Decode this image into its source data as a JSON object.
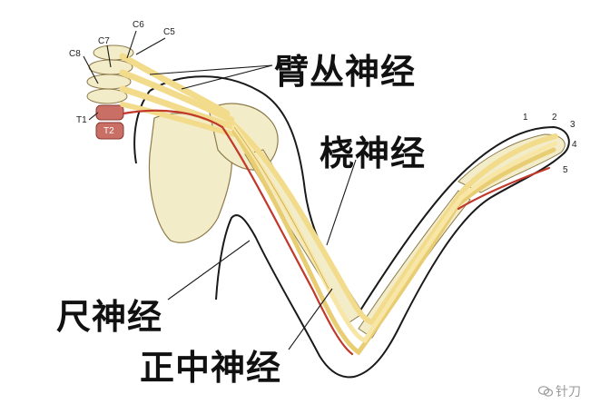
{
  "labels": {
    "brachial_plexus": "臂丛神经",
    "radial_nerve": "桡神经",
    "ulnar_nerve": "尺神经",
    "median_nerve": "正中神经"
  },
  "spine_labels": {
    "c5": "C5",
    "c6": "C6",
    "c7": "C7",
    "c8": "C8",
    "t1": "T1",
    "t2": "T2"
  },
  "finger_labels": [
    "1",
    "2",
    "3",
    "4",
    "5"
  ],
  "watermark": "针刀",
  "colors": {
    "nerve": "#f2dc8c",
    "nerve_stroke": "#c9a94e",
    "artery": "#c0392b",
    "bone": "#f3ecc9",
    "outline": "#1a1a1a"
  }
}
